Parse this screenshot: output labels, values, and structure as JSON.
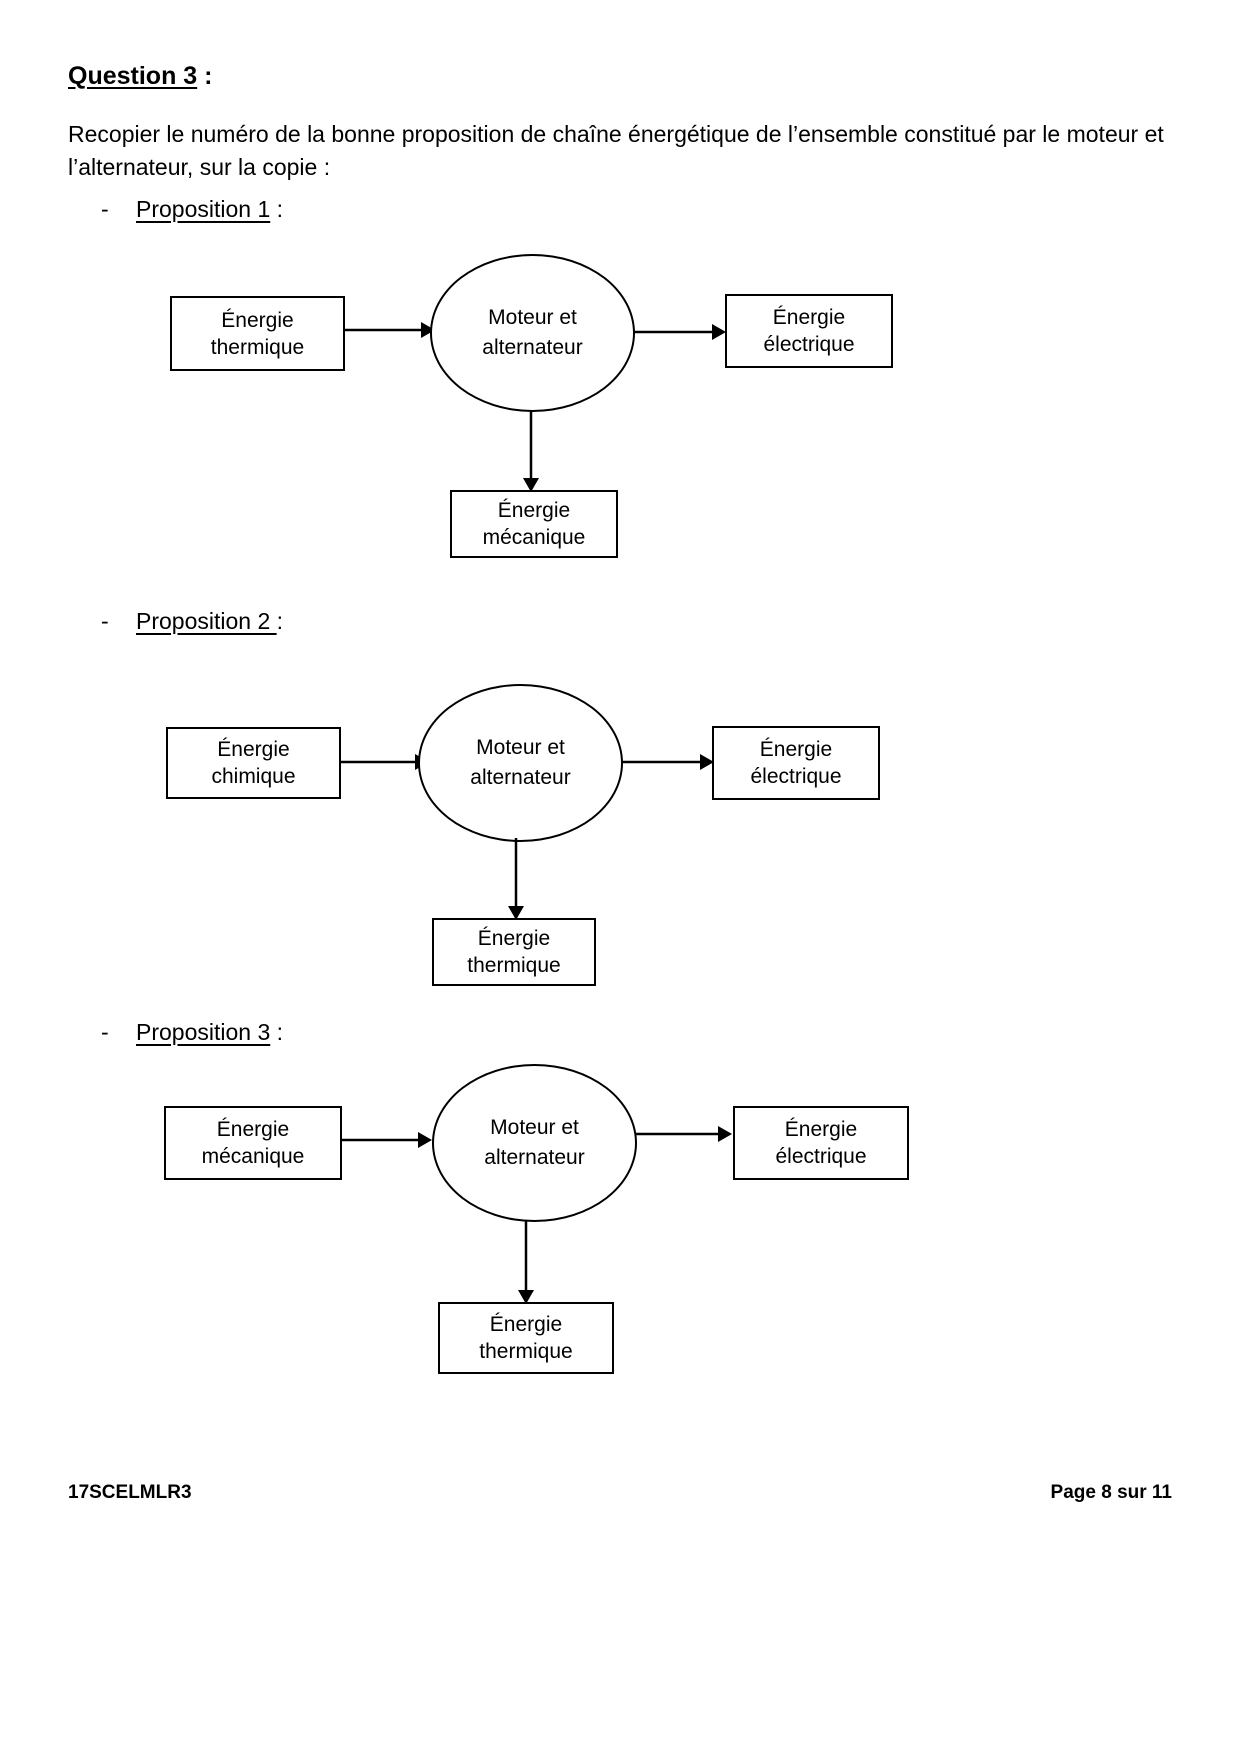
{
  "document": {
    "question_title_text": "Question 3",
    "question_title_suffix": " :",
    "intro_paragraph": "Recopier le numéro de la bonne proposition de chaîne énergétique de l’ensemble constitué par le moteur et l’alternateur, sur la copie :",
    "bullet_dash": "-"
  },
  "propositions": [
    {
      "label_text": "Proposition 1",
      "label_suffix": " :",
      "source_line1": "Énergie",
      "source_line2": "thermique",
      "converter_line1": "Moteur et",
      "converter_line2": "alternateur",
      "output_line1": "Énergie",
      "output_line2": "électrique",
      "loss_line1": "Énergie",
      "loss_line2": "mécanique"
    },
    {
      "label_text": "Proposition 2 ",
      "label_suffix": ":",
      "source_line1": "Énergie",
      "source_line2": "chimique",
      "converter_line1": "Moteur et",
      "converter_line2": "alternateur",
      "output_line1": "Énergie",
      "output_line2": "électrique",
      "loss_line1": "Énergie",
      "loss_line2": "thermique"
    },
    {
      "label_text": "Proposition 3",
      "label_suffix": " :",
      "source_line1": "Énergie",
      "source_line2": "mécanique",
      "converter_line1": "Moteur et",
      "converter_line2": "alternateur",
      "output_line1": "Énergie",
      "output_line2": "électrique",
      "loss_line1": "Énergie",
      "loss_line2": "thermique"
    }
  ],
  "footer": {
    "exam_code": "17SCELMLR3",
    "page_indicator": "Page 8 sur 11"
  }
}
